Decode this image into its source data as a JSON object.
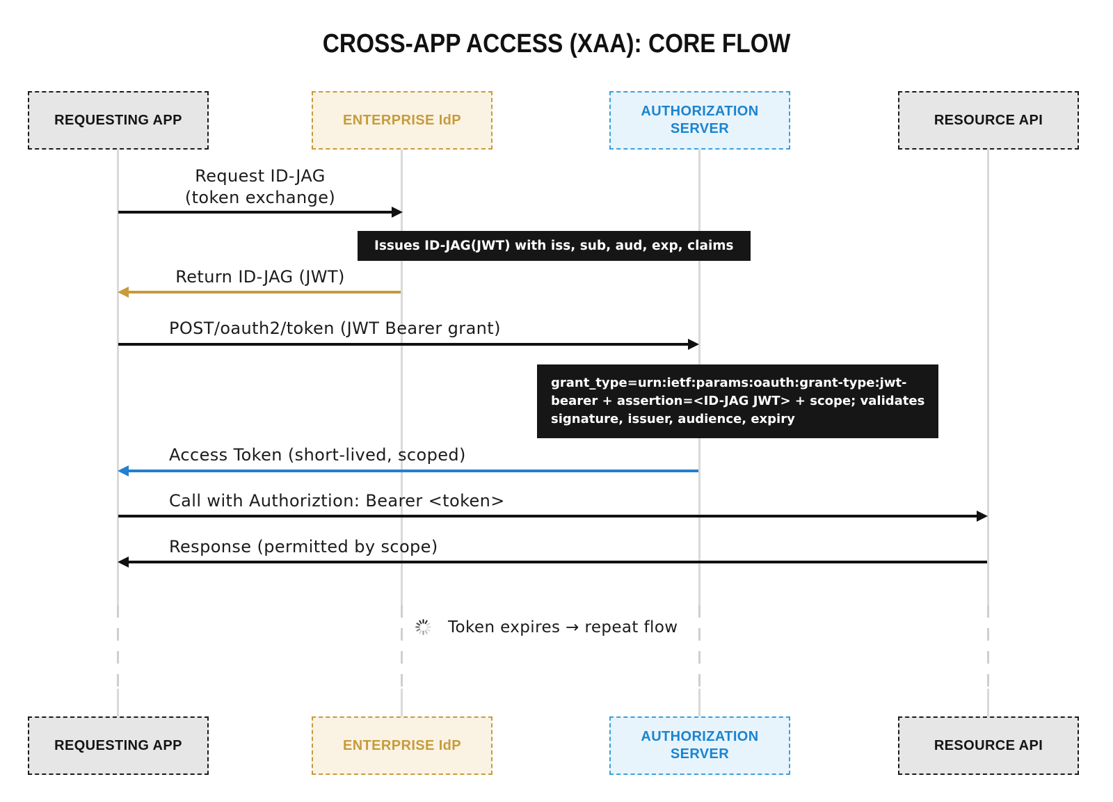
{
  "title": "CROSS-APP ACCESS (XAA): CORE FLOW",
  "actors": [
    {
      "label": "REQUESTING APP",
      "style": "gray"
    },
    {
      "label": "ENTERPRISE IdP",
      "style": "gold"
    },
    {
      "label": "AUTHORIZATION SERVER",
      "style": "blue"
    },
    {
      "label": "RESOURCE API",
      "style": "gray"
    }
  ],
  "messages": [
    {
      "line1": "Request ID-JAG",
      "line2": "(token exchange)",
      "from": "REQUESTING APP",
      "to": "ENTERPRISE IdP",
      "arrow_color": "#111111"
    },
    {
      "line1": "Return ID-JAG (JWT)",
      "from": "ENTERPRISE IdP",
      "to": "REQUESTING APP",
      "arrow_color": "#C79B3B"
    },
    {
      "line1": "POST/oauth2/token (JWT Bearer grant)",
      "from": "REQUESTING APP",
      "to": "AUTHORIZATION SERVER",
      "arrow_color": "#111111"
    },
    {
      "line1": "Access Token (short-lived, scoped)",
      "from": "AUTHORIZATION SERVER",
      "to": "REQUESTING APP",
      "arrow_color": "#2180CF"
    },
    {
      "line1": "Call with Authoriztion: Bearer <token>",
      "from": "REQUESTING APP",
      "to": "RESOURCE API",
      "arrow_color": "#111111"
    },
    {
      "line1": "Response (permitted by scope)",
      "from": "RESOURCE API",
      "to": "REQUESTING APP",
      "arrow_color": "#111111"
    }
  ],
  "notes": [
    {
      "text": "Issues ID-JAG(JWT) with iss, sub, aud, exp, claims"
    },
    {
      "line1": "grant_type=urn:ietf:params:oauth:grant-type:jwt-",
      "line2": "bearer + assertion=<ID-JAG JWT> + scope; validates",
      "line3": "signature, issuer, audience, expiry"
    }
  ],
  "footer_note": {
    "icon": "spinner-icon",
    "text": "Token expires → repeat flow"
  },
  "colors": {
    "gray_fill": "#E6E6E6",
    "gold": "#C79B3B",
    "gold_fill": "#FAF3E3",
    "gold_arrow": "#C79B3B",
    "blue_border": "#3AA0DC",
    "blue_fill": "#E8F4FC",
    "blue_text": "#1B84CE",
    "blue_arrow": "#2180CF",
    "note_bg": "#161616",
    "lifeline": "#D9D9D9",
    "lifeline_dash": "#CFCFCF"
  }
}
